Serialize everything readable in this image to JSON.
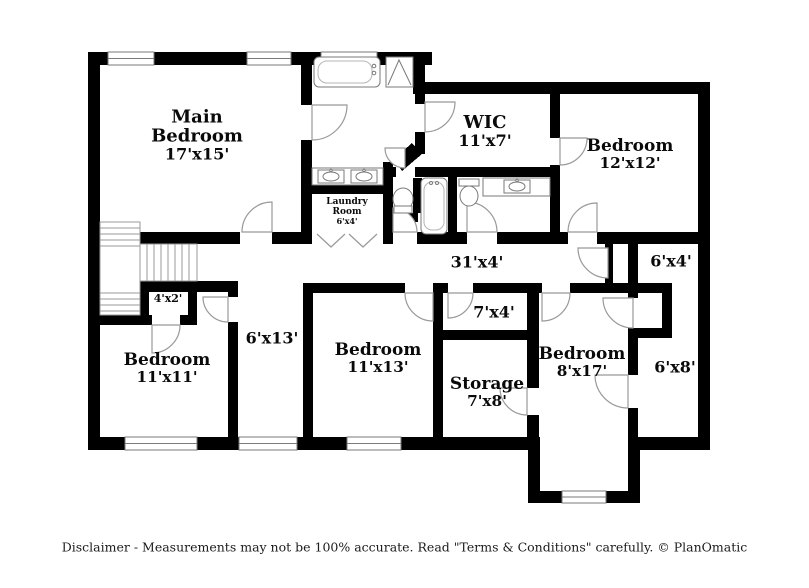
{
  "rooms": {
    "main_bedroom": {
      "name": "Main Bedroom",
      "dims": "17'x15'"
    },
    "wic": {
      "name": "WIC",
      "dims": "11'x7'"
    },
    "bedroom_12x12": {
      "name": "Bedroom",
      "dims": "12'x12'"
    },
    "laundry": {
      "name": "Laundry Room",
      "dims": "6'x4'"
    },
    "hallway": {
      "dims": "31'x4'"
    },
    "closet_6x4": {
      "dims": "6'x4'"
    },
    "closet_4x2": {
      "dims": "4'x2'"
    },
    "hall_6x13": {
      "dims": "6'x13'"
    },
    "bedroom_11x11": {
      "name": "Bedroom",
      "dims": "11'x11'"
    },
    "bedroom_11x13": {
      "name": "Bedroom",
      "dims": "11'x13'"
    },
    "closet_7x4": {
      "dims": "7'x4'"
    },
    "storage": {
      "name": "Storage",
      "dims": "7'x8'"
    },
    "bedroom_8x17": {
      "name": "Bedroom",
      "dims": "8'x17'"
    },
    "area_6x8": {
      "dims": "6'x8'"
    }
  },
  "footer": {
    "disclaimer": "Disclaimer - Measurements may not be 100% accurate. Read \"Terms & Conditions\" carefully. © PlanOmatic"
  },
  "colors": {
    "wall": "#000000",
    "line": "#999999",
    "fixture": "#7a7a7a",
    "background": "#ffffff"
  }
}
